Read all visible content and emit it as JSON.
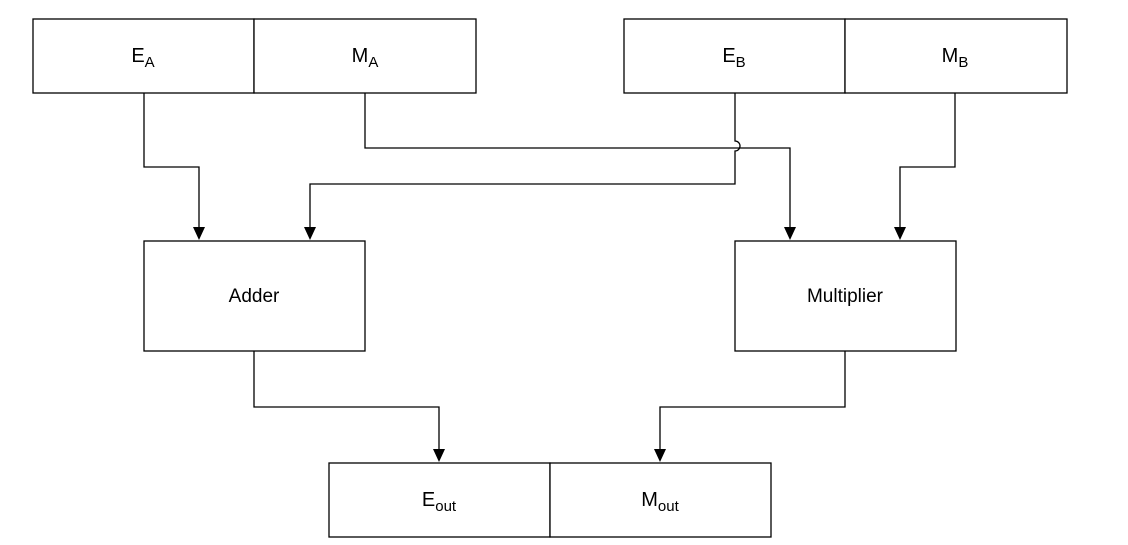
{
  "registers": {
    "a": {
      "exponent": {
        "main": "E",
        "sub": "A"
      },
      "mantissa": {
        "main": "M",
        "sub": "A"
      }
    },
    "b": {
      "exponent": {
        "main": "E",
        "sub": "B"
      },
      "mantissa": {
        "main": "M",
        "sub": "B"
      }
    },
    "out": {
      "exponent": {
        "main": "E",
        "sub": "out"
      },
      "mantissa": {
        "main": "M",
        "sub": "out"
      }
    }
  },
  "blocks": {
    "adder": "Adder",
    "multiplier": "Multiplier"
  },
  "connections": [
    {
      "from": "E_A",
      "to": "Adder"
    },
    {
      "from": "E_B",
      "to": "Adder"
    },
    {
      "from": "M_A",
      "to": "Multiplier"
    },
    {
      "from": "M_B",
      "to": "Multiplier"
    },
    {
      "from": "Adder",
      "to": "E_out"
    },
    {
      "from": "Multiplier",
      "to": "M_out"
    }
  ]
}
